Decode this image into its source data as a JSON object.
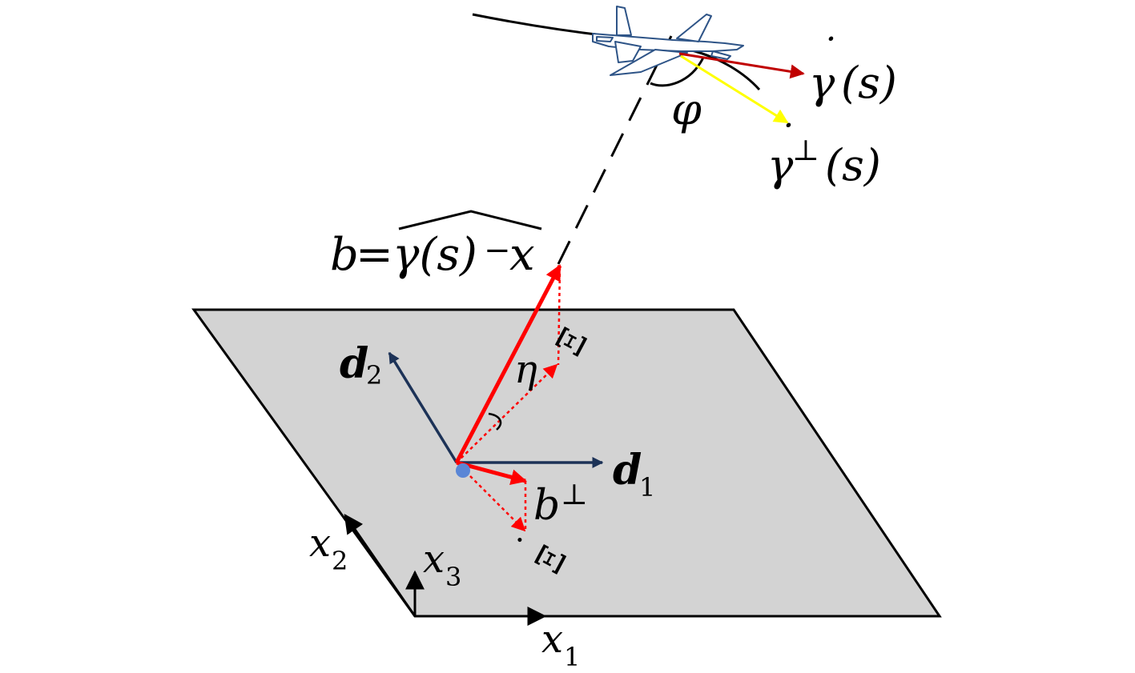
{
  "colors": {
    "plane_fill": "#d3d3d3",
    "plane_stroke": "#000000",
    "navy_vector": "#1c3257",
    "red_vector": "#ff0000",
    "gamma_dot_arrow": "#c00000",
    "gamma_perp_arrow": "#ffff00",
    "aircraft": "#2e5487",
    "origin_dot": "#5a86d6"
  },
  "icons": {
    "aircraft": "airplane-icon",
    "hat": "chevron-hat-accent"
  },
  "labels": {
    "gamma_dot": {
      "dot": "˙",
      "base": "γ",
      "arg": "(s)"
    },
    "gamma_perp": {
      "dot": "˙",
      "base": "γ",
      "sup": "⊥",
      "arg": "(s)"
    },
    "phi": "φ",
    "b_def": {
      "b": "b",
      "eq": "=",
      "gamma_s": "γ(s)",
      "minus": "−",
      "x": "x"
    },
    "d2": {
      "base": "d",
      "sub": "2"
    },
    "d1": {
      "base": "d",
      "sub": "1"
    },
    "eta": "η",
    "xi": "Ξ",
    "xi_dot": {
      "dot": "˙",
      "base": "Ξ"
    },
    "b_perp": {
      "base": "b",
      "sup": "⊥"
    },
    "x1": {
      "base": "x",
      "sub": "1"
    },
    "x2": {
      "base": "x",
      "sub": "2"
    },
    "x3": {
      "base": "x",
      "sub": "3"
    }
  }
}
